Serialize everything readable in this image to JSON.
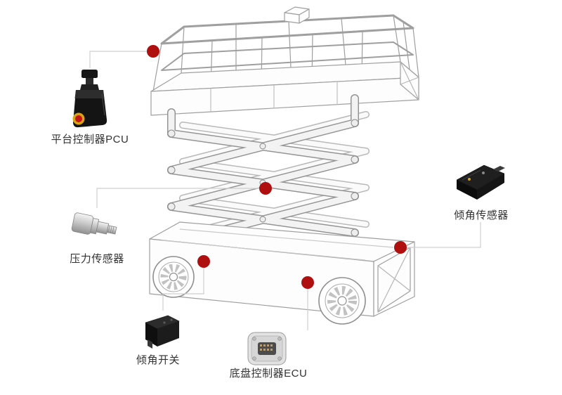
{
  "diagram": {
    "subject": "scissor-lift-components",
    "background_color": "#ffffff",
    "colors": {
      "marker": "#b00f0f",
      "callout_line": "#cfcfcf",
      "label_text": "#333333",
      "wireframe": "#9f9f9f"
    },
    "callouts": [
      {
        "id": "pcu",
        "label": "平台控制器PCU",
        "icon": "platform-controller-icon"
      },
      {
        "id": "pressure-sensor",
        "label": "压力传感器",
        "icon": "pressure-sensor-icon"
      },
      {
        "id": "tilt-switch",
        "label": "倾角开关",
        "icon": "tilt-switch-icon"
      },
      {
        "id": "ecu",
        "label": "底盘控制器ECU",
        "icon": "chassis-ecu-icon"
      },
      {
        "id": "tilt-sensor",
        "label": "倾角传感器",
        "icon": "tilt-sensor-icon"
      }
    ]
  }
}
